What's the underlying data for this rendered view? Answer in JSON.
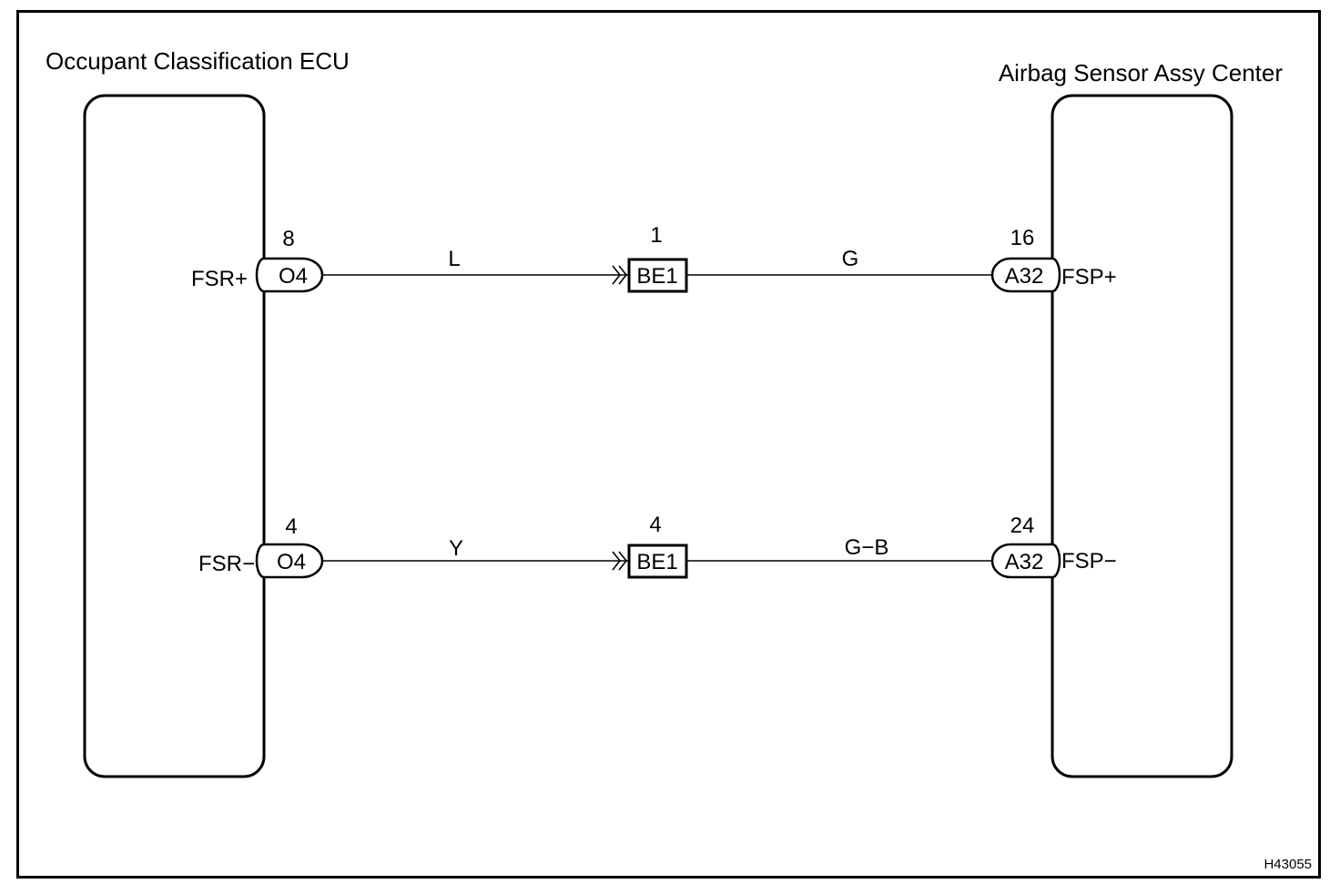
{
  "components": {
    "left": {
      "title": "Occupant Classification ECU"
    },
    "right": {
      "title": "Airbag Sensor Assy Center"
    }
  },
  "circuits": [
    {
      "left_terminal": "FSR+",
      "left_pin": "8",
      "left_connector": "O4",
      "wire_left": "L",
      "junction_pin": "1",
      "junction": "BE1",
      "wire_right": "G",
      "right_pin": "16",
      "right_connector": "A32",
      "right_terminal": "FSP+"
    },
    {
      "left_terminal": "FSR−",
      "left_pin": "4",
      "left_connector": "O4",
      "wire_left": "Y",
      "junction_pin": "4",
      "junction": "BE1",
      "wire_right": "G−B",
      "right_pin": "24",
      "right_connector": "A32",
      "right_terminal": "FSP−"
    }
  ],
  "figure_id": "H43055"
}
